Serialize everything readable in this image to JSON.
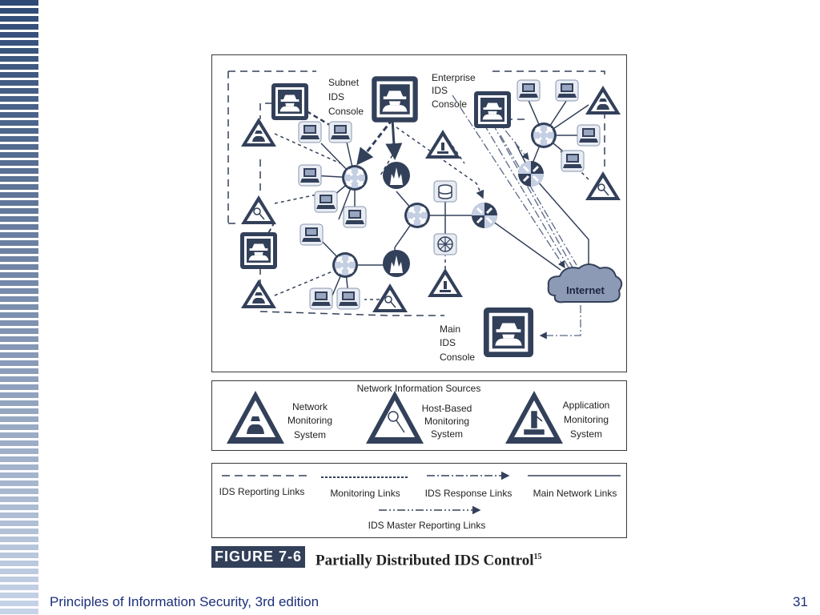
{
  "slide": {
    "footer": "Principles of Information Security, 3rd edition",
    "page_number": "31"
  },
  "figure": {
    "badge": "FIGURE 7-6",
    "title": "Partially Distributed IDS Control",
    "superscript": "15"
  },
  "diagram": {
    "subnet_console_label": [
      "Subnet",
      "IDS",
      "Console"
    ],
    "enterprise_console_label": [
      "Enterprise",
      "IDS",
      "Console"
    ],
    "main_console_label": [
      "Main",
      "IDS",
      "Console"
    ],
    "internet_label": "Internet"
  },
  "legend_sources": {
    "title": "Network Information Sources",
    "items": [
      {
        "lines": [
          "Network",
          "Monitoring",
          "System"
        ],
        "icon": "network-monitoring-icon"
      },
      {
        "lines": [
          "Host-Based",
          "Monitoring",
          "System"
        ],
        "icon": "host-based-monitoring-icon"
      },
      {
        "lines": [
          "Application",
          "Monitoring",
          "System"
        ],
        "icon": "application-monitoring-icon"
      }
    ]
  },
  "legend_links": {
    "items": [
      {
        "label": "IDS Reporting Links",
        "style": "dashed"
      },
      {
        "label": "Monitoring Links",
        "style": "dotted"
      },
      {
        "label": "IDS Response Links",
        "style": "dash-dot-arrow"
      },
      {
        "label": "Main Network Links",
        "style": "solid"
      },
      {
        "label": "IDS Master Reporting Links",
        "style": "dash-dot-dot-arrow"
      }
    ]
  },
  "colors": {
    "navy": "#33405a",
    "light_fill": "#cfd6e4",
    "stripe_dark": "#2f4a74",
    "stripe_light": "#c7d3e6",
    "footer_text": "#1d2f7a"
  }
}
